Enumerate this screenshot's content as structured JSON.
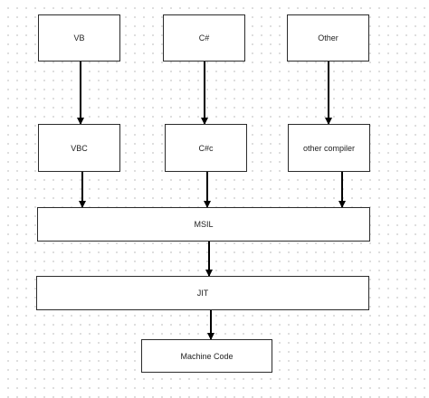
{
  "diagram": {
    "nodes": {
      "vb": "VB",
      "csharp": "C#",
      "other": "Other",
      "vbc": "VBC",
      "csc": "C#c",
      "other_compiler": "other compiler",
      "msil": "MSIL",
      "jit": "JIT",
      "machine_code": "Machine Code"
    }
  },
  "colors": {
    "stroke": "#000000",
    "box_border": "#2b2b2b",
    "grid_dot": "#d6d6d6",
    "background": "#ffffff",
    "text": "#222222"
  }
}
